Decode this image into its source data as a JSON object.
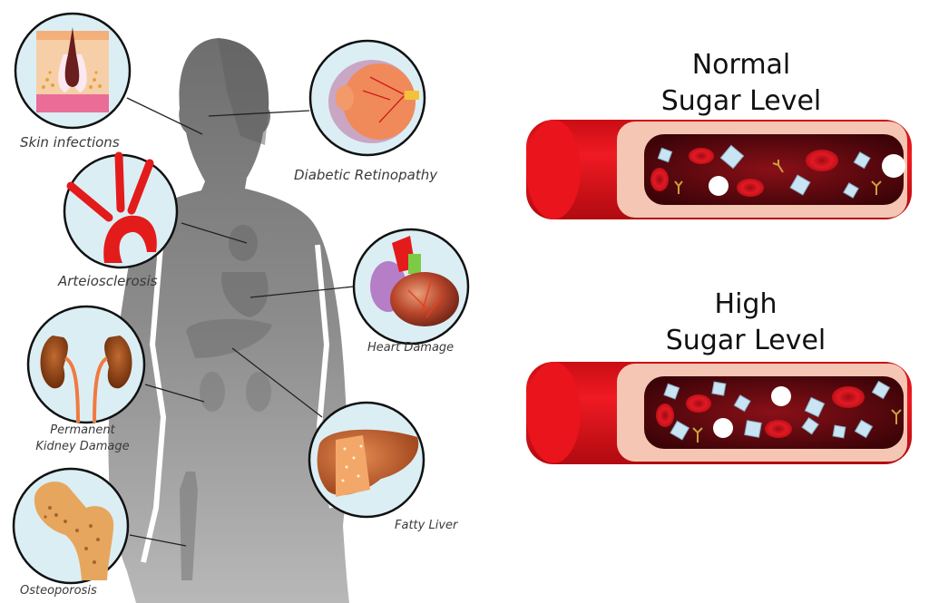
{
  "figure": {
    "subject": "body-silhouette",
    "conditions": [
      {
        "id": "skin",
        "label": "Skin infections"
      },
      {
        "id": "eye",
        "label": "Diabetic Retinopathy"
      },
      {
        "id": "artery",
        "label": "Arteiosclerosis"
      },
      {
        "id": "heart",
        "label": "Heart Damage"
      },
      {
        "id": "kidney",
        "label_line1": "Permanent",
        "label_line2": "Kidney Damage"
      },
      {
        "id": "liver",
        "label": "Fatty Liver"
      },
      {
        "id": "bone",
        "label": "Osteoporosis"
      }
    ]
  },
  "vessels": {
    "normal": {
      "title_line1": "Normal",
      "title_line2": "Sugar Level"
    },
    "high": {
      "title_line1": "High",
      "title_line2": "Sugar Level"
    }
  },
  "colors": {
    "silhouette": "#8f8f8f",
    "silhouette_dark": "#6f6f6f",
    "circle_bg": "#dbeef4",
    "vessel_red": "#e3141b",
    "vessel_inner": "#5a0a10",
    "vessel_wall": "#f6c6b4",
    "rbc": "#d41420",
    "sugar": "#c9e4f2"
  }
}
